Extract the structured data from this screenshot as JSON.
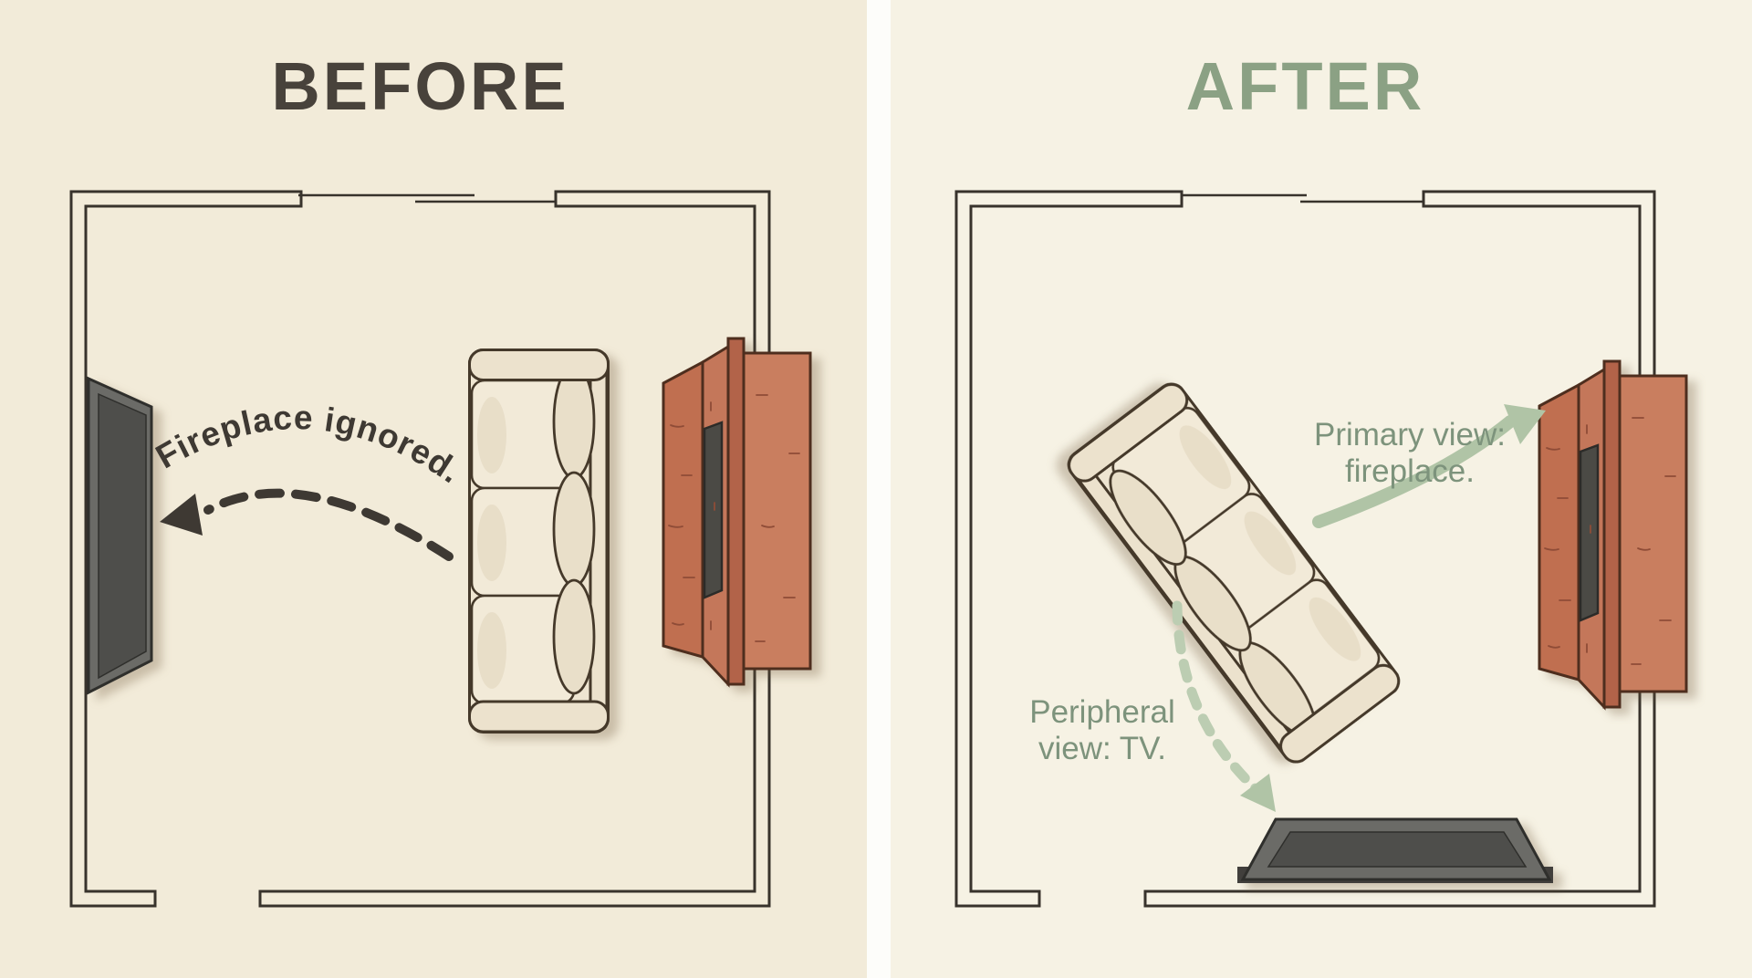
{
  "before": {
    "title": "BEFORE",
    "annotation": "Fireplace ignored."
  },
  "after": {
    "title": "AFTER",
    "primary_view_label": {
      "line1": "Primary view:",
      "line2": "fireplace."
    },
    "peripheral_view_label": {
      "line1": "Peripheral",
      "line2": "view: TV."
    }
  },
  "colors": {
    "before_bg": "#f2ebd9",
    "after_bg": "#f6f2e4",
    "divider": "#fdfdfa",
    "before_title": "#48423b",
    "after_title": "#8ba184",
    "wall_line": "#38332c",
    "dark_annotation": "#3e3933",
    "sage_label": "#7d937c",
    "sage_arrow": "#b0c4a6",
    "brick": "#c97e5f",
    "firebox": "#4b4a45",
    "sofa": "#eee5d1",
    "tv": "#4e4e4b"
  }
}
